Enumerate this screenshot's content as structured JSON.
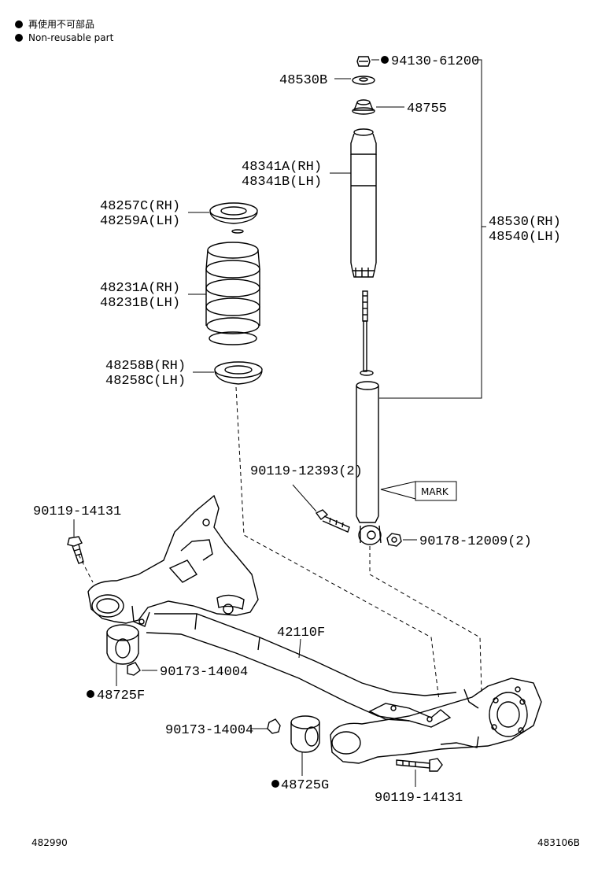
{
  "legend": {
    "non_reusable_jp": "再使用不可部品",
    "non_reusable_en": "Non-reusable part"
  },
  "parts": {
    "p94130": "94130-61200",
    "p48530B": "48530B",
    "p48755": "48755",
    "p48341A": "48341A(RH)",
    "p48341B": "48341B(LH)",
    "p48257C": "48257C(RH)",
    "p48259A": "48259A(LH)",
    "p48231A": "48231A(RH)",
    "p48231B": "48231B(LH)",
    "p48258B": "48258B(RH)",
    "p48258C": "48258C(LH)",
    "p48530RH": "48530(RH)",
    "p48540LH": "48540(LH)",
    "p90119_12393": "90119-12393(2)",
    "mark": "MARK",
    "p90178": "90178-12009(2)",
    "p90119_14131_top": "90119-14131",
    "p42110F": "42110F",
    "p90173_14004_a": "90173-14004",
    "p48725F": "48725F",
    "p90173_14004_b": "90173-14004",
    "p48725G": "48725G",
    "p90119_14131_bot": "90119-14131"
  },
  "footer": {
    "left_code": "482990",
    "right_code": "483106B"
  }
}
